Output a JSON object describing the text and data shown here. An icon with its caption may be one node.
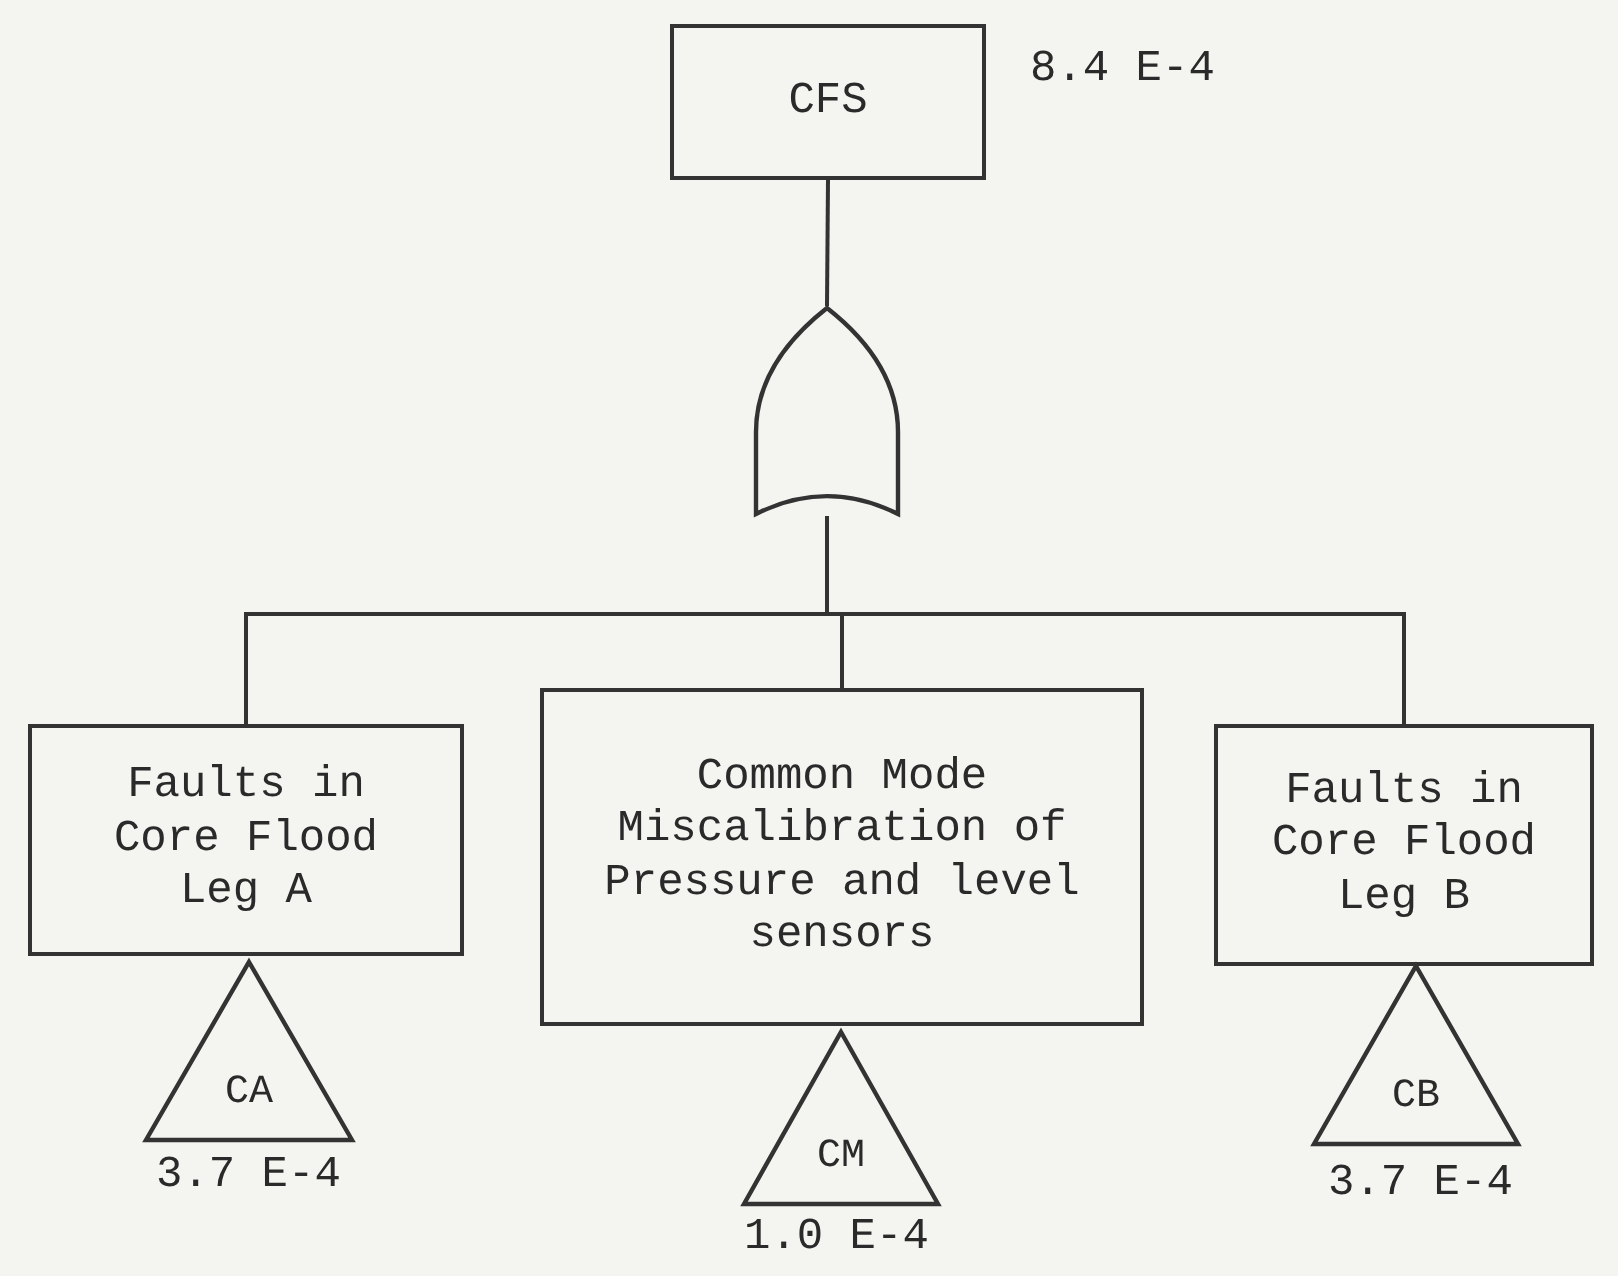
{
  "diagram": {
    "nodes": [
      {
        "text": [
          "CFS"
        ],
        "beside": [
          "8.4 E-4"
        ]
      },
      {
        "text": [],
        "shape": "gate"
      },
      {
        "text": [
          "Faults in Core Flood Leg A"
        ]
      },
      {
        "text": [
          "Common Mode Miscalibration of Pressure and level sensors"
        ]
      },
      {
        "text": [
          "Faults in Core Flood Leg B"
        ]
      },
      {
        "text": [
          "CA"
        ],
        "beside": [
          "3.7 E-4"
        ]
      },
      {
        "text": [
          "CM"
        ],
        "beside": [
          "1.0 E-4"
        ]
      },
      {
        "text": [
          "CB"
        ],
        "beside": [
          "3.7 E-4"
        ]
      }
    ],
    "edges": [
      {
        "from": 1,
        "to": 0,
        "arrow": "none"
      },
      {
        "from": 1,
        "to": 2,
        "arrow": "none"
      },
      {
        "from": 1,
        "to": 3,
        "arrow": "none"
      },
      {
        "from": 1,
        "to": 4,
        "arrow": "none"
      }
    ]
  }
}
